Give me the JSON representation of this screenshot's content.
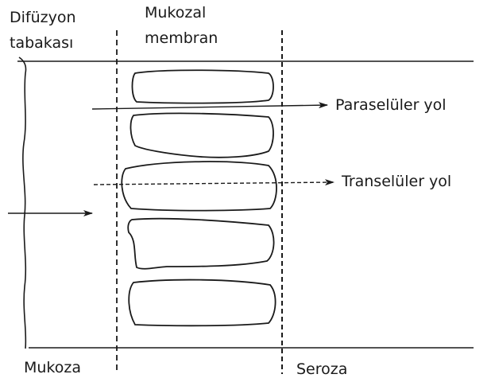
{
  "labels": {
    "diffusion_layer_line1": "Difüzyon",
    "diffusion_layer_line2": "tabakası",
    "mucosal_membrane_line1": "Mukozal",
    "mucosal_membrane_line2": "membran",
    "paracellular_route": "Paraselüler yol",
    "transcellular_route": "Transelüler yol",
    "mucosa": "Mukoza",
    "serosa": "Seroza"
  },
  "cell_count": 5,
  "colors": {
    "ink": "#1a1a1a",
    "background": "#ffffff"
  }
}
